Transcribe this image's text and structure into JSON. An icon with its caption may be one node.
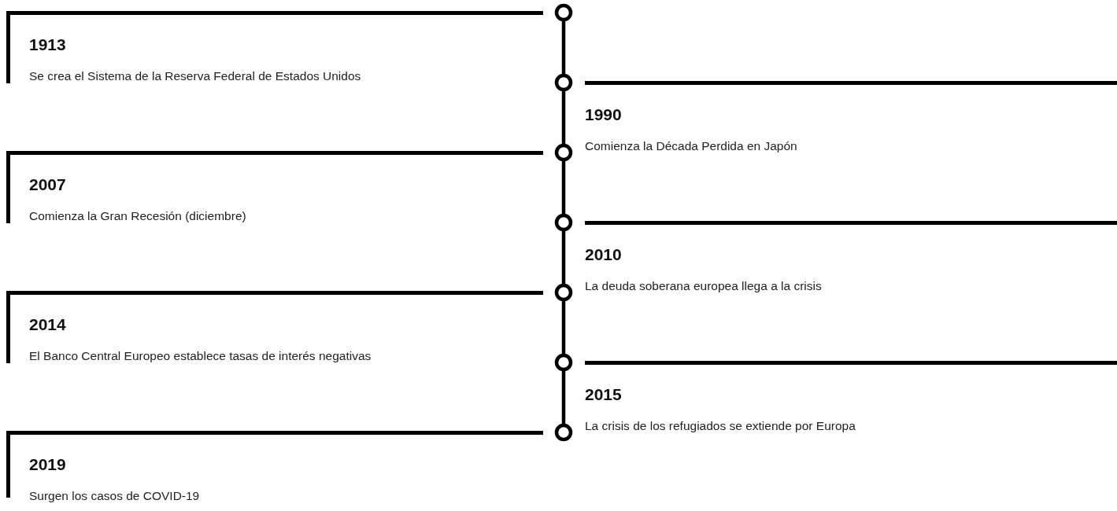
{
  "diagram": {
    "nodes": [
      {
        "text": [
          "1913",
          "Se crea el Sistema de la Reserva Federal de Estados Unidos"
        ]
      },
      {
        "text": [
          "1990",
          "Comienza la Década Perdida en Japón"
        ]
      },
      {
        "text": [
          "2007",
          "Comienza la Gran Recesión (diciembre)"
        ]
      },
      {
        "text": [
          "2010",
          "La deuda soberana europea llega a la crisis"
        ]
      },
      {
        "text": [
          "2014",
          "El Banco Central Europeo establece tasas de interés negativas"
        ]
      },
      {
        "text": [
          "2015",
          "La crisis de los refugiados se extiende por Europa"
        ]
      },
      {
        "text": [
          "2019",
          "Surgen los casos de COVID-19"
        ]
      },
      {
        "text": [],
        "shape": "circle"
      },
      {
        "text": [],
        "shape": "circle"
      },
      {
        "text": [],
        "shape": "circle"
      },
      {
        "text": [],
        "shape": "circle"
      },
      {
        "text": [],
        "shape": "circle"
      },
      {
        "text": [],
        "shape": "circle"
      },
      {
        "text": [],
        "shape": "circle"
      }
    ],
    "edges": [
      {
        "from": 7,
        "to": 8,
        "arrow": "none"
      },
      {
        "from": 8,
        "to": 9,
        "arrow": "none"
      },
      {
        "from": 9,
        "to": 10,
        "arrow": "none"
      },
      {
        "from": 10,
        "to": 11,
        "arrow": "none"
      },
      {
        "from": 11,
        "to": 12,
        "arrow": "none"
      },
      {
        "from": 12,
        "to": 13,
        "arrow": "none"
      }
    ]
  }
}
